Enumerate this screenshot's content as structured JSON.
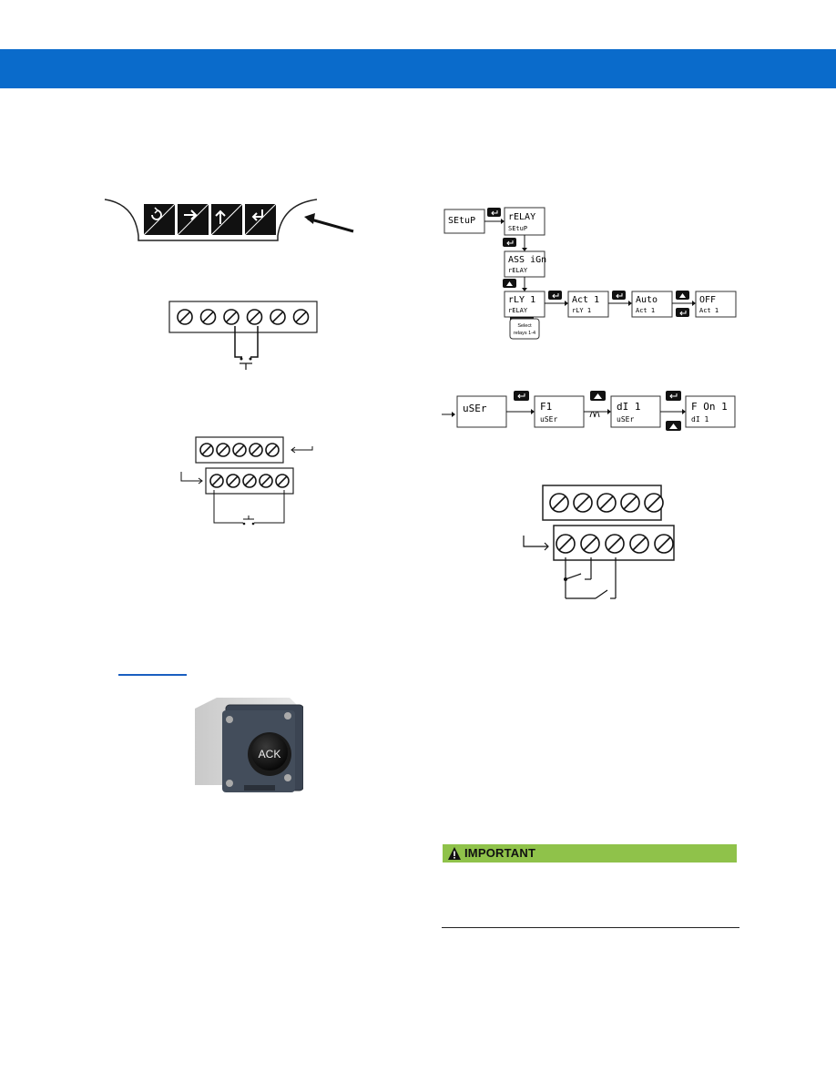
{
  "header": {
    "color": "#0a6bcb"
  },
  "front_panel": {
    "icons": [
      "menu-icon",
      "right-arrow-icon",
      "up-arrow-icon",
      "enter-icon"
    ]
  },
  "flow_relay": {
    "setup": "SEtuP",
    "relay": "rELAY",
    "relay_sub": "SEtuP",
    "assign": "ASS iGn",
    "assign_sub": "rELAY",
    "rly1": "rLY 1",
    "rly1_sub": "rELAY",
    "act1": "Act 1",
    "act1_sub": "rLY 1",
    "auto": "Auto",
    "auto_sub": "Act 1",
    "off": "OFF",
    "off_sub": "Act 1",
    "select_note_line1": "Select",
    "select_note_line2": "relays 1-4"
  },
  "flow_user": {
    "user": "uSEr",
    "f1": "F1",
    "f1_sub": "uSEr",
    "di1": "dI 1",
    "di1_sub": "uSEr",
    "fon1": "F On 1",
    "fon1_sub": "dI 1"
  },
  "ack_station": {
    "button_label": "ACK"
  },
  "important": {
    "label": "IMPORTANT",
    "color": "#8fc24a"
  }
}
